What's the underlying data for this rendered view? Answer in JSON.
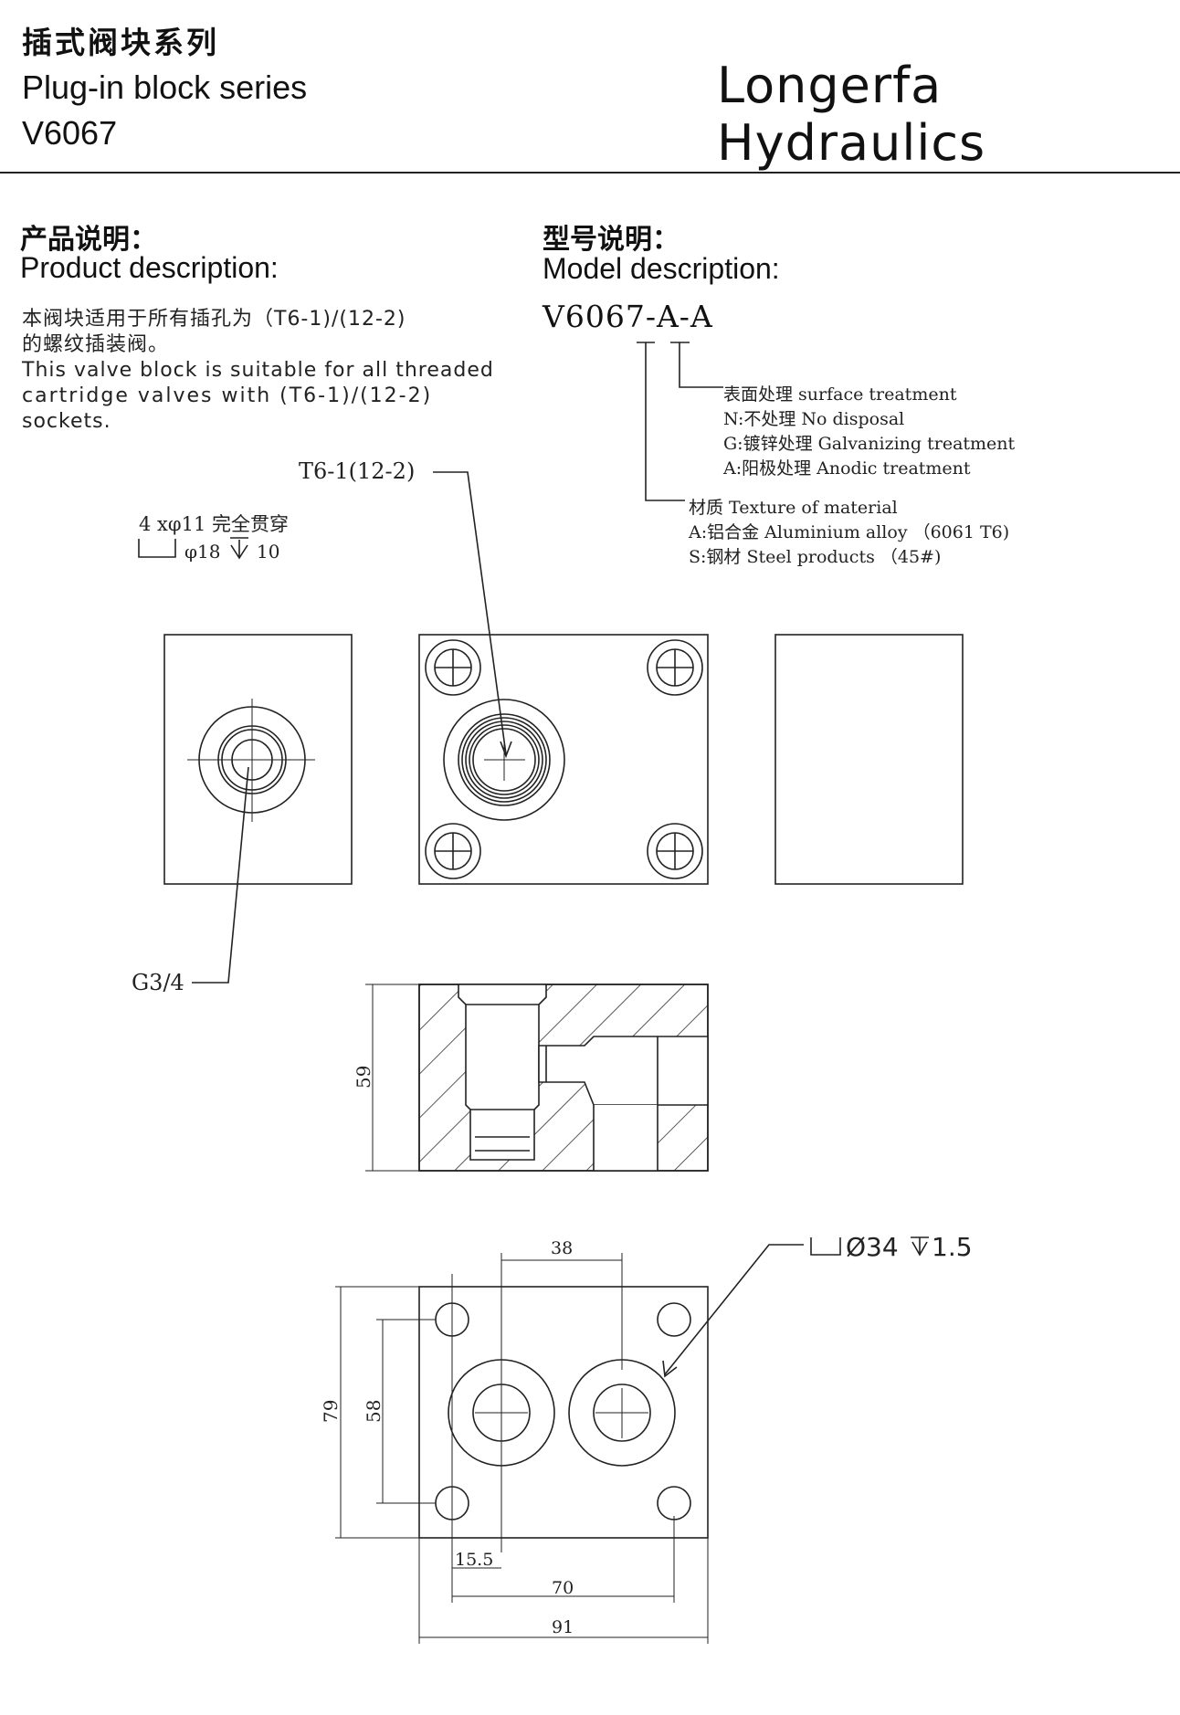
{
  "header": {
    "title_cn": "插式阀块系列",
    "title_en": "Plug-in block series",
    "model_code": "V6067",
    "brand": "Longerfa Hydraulics"
  },
  "product": {
    "heading_cn": "产品说明：",
    "heading_en": "Product description:",
    "text_cn_1": "本阀块适用于所有插孔为（T6-1)/(12-2)",
    "text_cn_2": "的螺纹插装阀。",
    "text_en_1": "This valve block is suitable for all threaded",
    "text_en_2": "cartridge  valves  with  (T6-1)/(12-2)",
    "text_en_3": "sockets."
  },
  "model": {
    "heading_cn": "型号说明：",
    "heading_en": "Model description:",
    "code": "V6067-A-A",
    "surface": {
      "title": "表面处理 surface treatment",
      "options": [
        "N:不处理 No disposal",
        "G:镀锌处理 Galvanizing treatment",
        "A:阳极处理 Anodic treatment"
      ]
    },
    "material": {
      "title": "材质 Texture of material",
      "options": [
        "A:铝合金 Aluminium alloy （6061 T6)",
        "S:钢材 Steel products （45#)"
      ]
    }
  },
  "drawing": {
    "port_label": "T6-1(12-2)",
    "hole_note_1": "4 xφ11 完全贯穿",
    "hole_note_2": "φ18",
    "hole_note_depth": "10",
    "side_port_label": "G3/4",
    "dim_59": "59",
    "dim_38": "38",
    "dim_79": "79",
    "dim_58": "58",
    "dim_15_5": "15.5",
    "dim_70": "70",
    "dim_91": "91",
    "counterbore_note": "Ø34",
    "counterbore_depth": "1.5"
  }
}
